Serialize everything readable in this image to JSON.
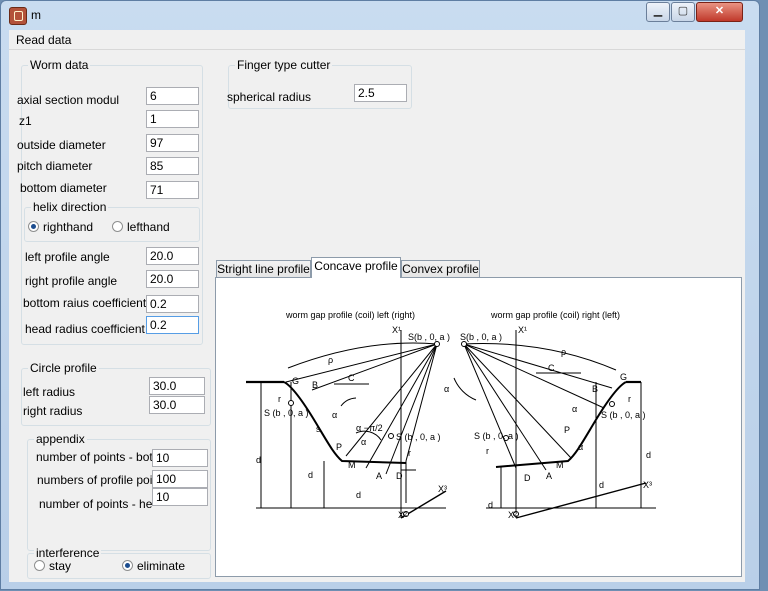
{
  "window": {
    "title": "m",
    "minimize_glyph": "▁",
    "maximize_glyph": "▢",
    "close_glyph": "✕"
  },
  "menu": {
    "read_data": "Read data"
  },
  "worm": {
    "title": "Worm data",
    "axial_label": "axial  section modul",
    "axial_value": "6",
    "z1_label": "z1",
    "z1_value": "1",
    "outside_label": "outside diameter",
    "outside_value": "97",
    "pitch_label": "pitch diameter",
    "pitch_value": "85",
    "bottom_label": "bottom diameter",
    "bottom_value": "71",
    "helix_title": "helix direction",
    "righthand": "righthand",
    "lefthand": "lefthand",
    "helix_selected": "righthand",
    "left_angle_label": "left profile angle",
    "left_angle_value": "20.0",
    "right_angle_label": "right profile angle",
    "right_angle_value": "20.0",
    "bottom_coef_label": "bottom raius coefficient",
    "bottom_coef_value": "0.2",
    "head_coef_label": "head radius coefficient",
    "head_coef_value": "0.2"
  },
  "cutter": {
    "title": "Finger type cutter",
    "spherical_label": "spherical radius",
    "spherical_value": "2.5"
  },
  "circle": {
    "title": "Circle profile",
    "left_label": "left radius",
    "left_value": "30.0",
    "right_label": "right radius",
    "right_value": "30.0"
  },
  "appendix": {
    "title": "appendix",
    "bottom_points_label": "number of points - botto",
    "bottom_points_value": "10",
    "profile_points_label": "numbers of profile point",
    "profile_points_value": "100",
    "head_points_label": "number of points - head",
    "head_points_value": "10"
  },
  "interference": {
    "title": "interference",
    "stay": "stay",
    "eliminate": "eliminate",
    "selected": "eliminate"
  },
  "tabs": [
    "Stright line profile",
    "Concave profile",
    "Convex profile"
  ],
  "active_tab": "Concave profile",
  "diagram": {
    "left_title": "worm gap profile (coil) left (right)",
    "right_title": "worm gap profile (coil) right (left)",
    "x1": "X¹",
    "x2": "X²",
    "x3": "X³",
    "left_labels": {
      "s_l": "S(b , 0, a )",
      "rho_l": "ρ",
      "g_l": "G",
      "b_l": "B",
      "c_l": "C",
      "r_a": "r",
      "s_al": "S (b , 0, a )",
      "alpha_al": "α",
      "s_hat": "s",
      "p_l": "P",
      "alpha_pi2": "α −π/2",
      "alpha_l": "α",
      "s_fl": "S (b , 0, a )",
      "r_f": "r",
      "m_l": "M",
      "a_l": "A",
      "d_l": "D",
      "d_a1": "d",
      "d_1": "d",
      "d_f1": "d"
    },
    "right_labels": {
      "s_p": "S(b , 0, a )",
      "alpha_p": "α",
      "rho_p": "ρ",
      "c_p": "C",
      "b_p": "B",
      "g_p": "G",
      "r_a": "r",
      "s_ap": "S (b , 0, a )",
      "alpha_op": "α",
      "s_fp": "S (b , 0, a )",
      "r_f": "r",
      "p_p": "P",
      "alpha_p2": "α",
      "m_p": "M",
      "a_p": "A",
      "d_p": "D",
      "d_a1": "d",
      "d_1": "d",
      "d_f1": "d"
    }
  }
}
